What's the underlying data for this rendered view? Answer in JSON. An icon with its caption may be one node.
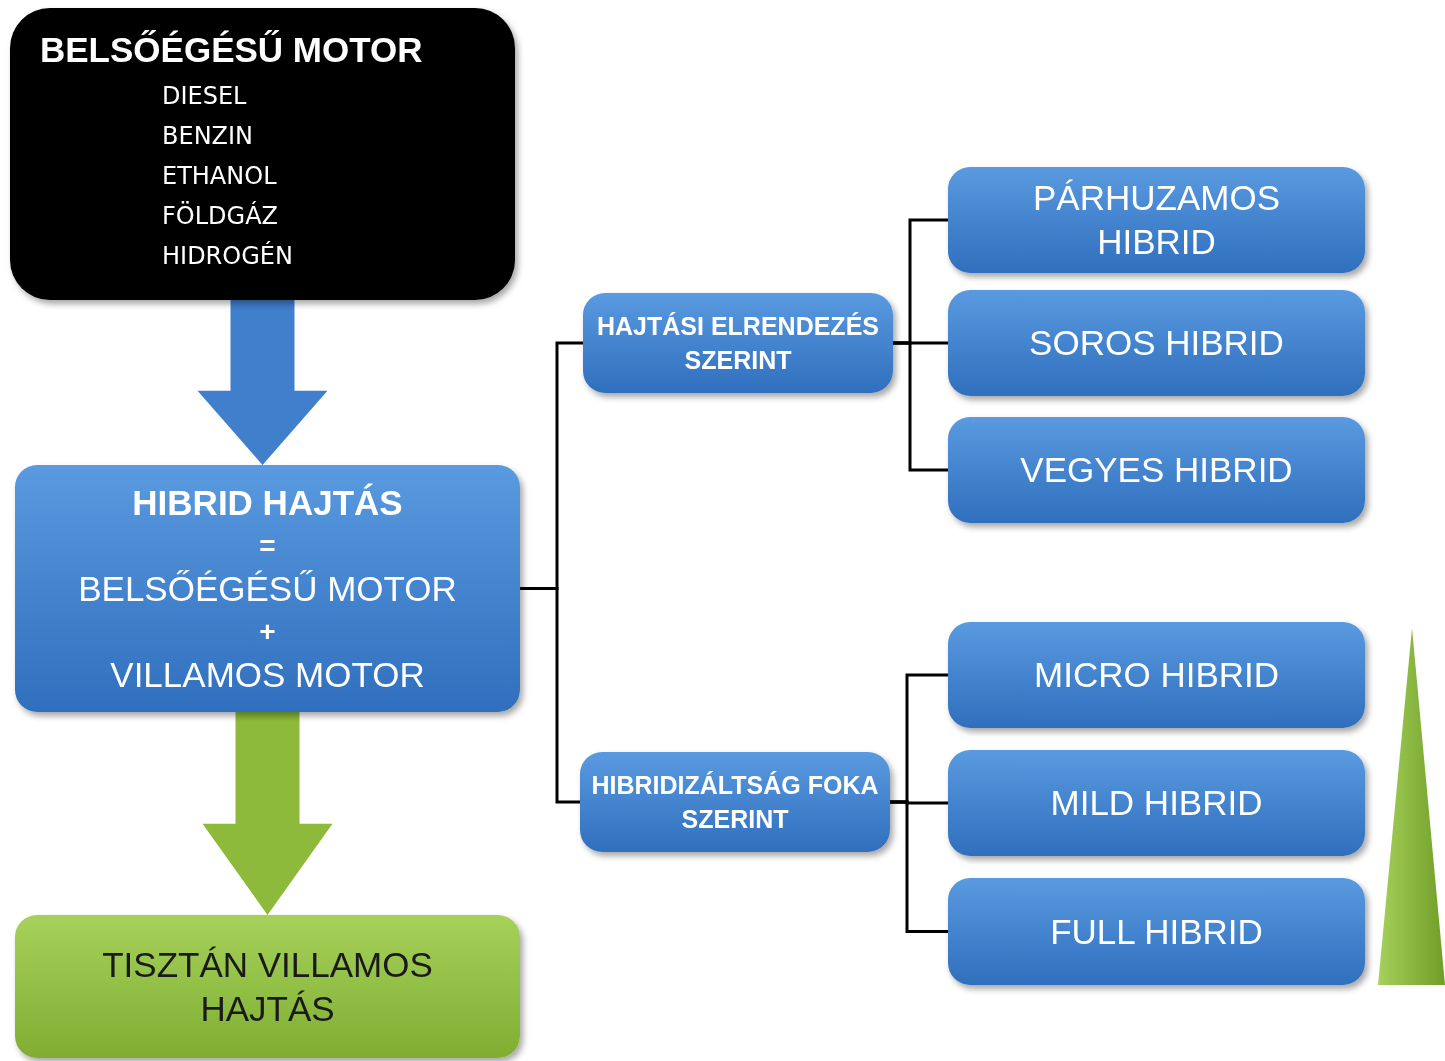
{
  "diagram": {
    "nodes": [
      {
        "text": [
          "BELSŐÉGÉSŰ MOTOR",
          "DIESEL",
          "BENZIN",
          "ETHANOL",
          "FÖLDGÁZ",
          "HIDROGÉN"
        ]
      },
      {
        "text": [
          "HIBRID HAJTÁS",
          "=",
          "BELSŐÉGÉSŰ MOTOR",
          "+",
          "VILLAMOS MOTOR"
        ]
      },
      {
        "text": [
          "TISZTÁN VILLAMOS HAJTÁS"
        ]
      },
      {
        "text": [
          "HAJTÁSI ELRENDEZÉS SZERINT"
        ]
      },
      {
        "text": [
          "HIBRIDIZÁLTSÁG FOKA SZERINT"
        ]
      },
      {
        "text": [
          "PÁRHUZAMOS HIBRID"
        ]
      },
      {
        "text": [
          "SOROS HIBRID"
        ]
      },
      {
        "text": [
          "VEGYES HIBRID"
        ]
      },
      {
        "text": [
          "MICRO HIBRID"
        ]
      },
      {
        "text": [
          "MILD HIBRID"
        ]
      },
      {
        "text": [
          "FULL HIBRID"
        ]
      }
    ],
    "edges": [
      {
        "from": 0,
        "to": 1,
        "arrow": "to",
        "style": "thick",
        "color": "#3f7fcc"
      },
      {
        "from": 1,
        "to": 2,
        "arrow": "to",
        "style": "thick",
        "color": "#8dba3a"
      },
      {
        "from": 1,
        "to": 3,
        "arrow": "none"
      },
      {
        "from": 1,
        "to": 4,
        "arrow": "none"
      },
      {
        "from": 3,
        "to": 5,
        "arrow": "none"
      },
      {
        "from": 3,
        "to": 6,
        "arrow": "none"
      },
      {
        "from": 3,
        "to": 7,
        "arrow": "none"
      },
      {
        "from": 4,
        "to": 8,
        "arrow": "none"
      },
      {
        "from": 4,
        "to": 9,
        "arrow": "none"
      },
      {
        "from": 4,
        "to": 10,
        "arrow": "none"
      }
    ]
  }
}
